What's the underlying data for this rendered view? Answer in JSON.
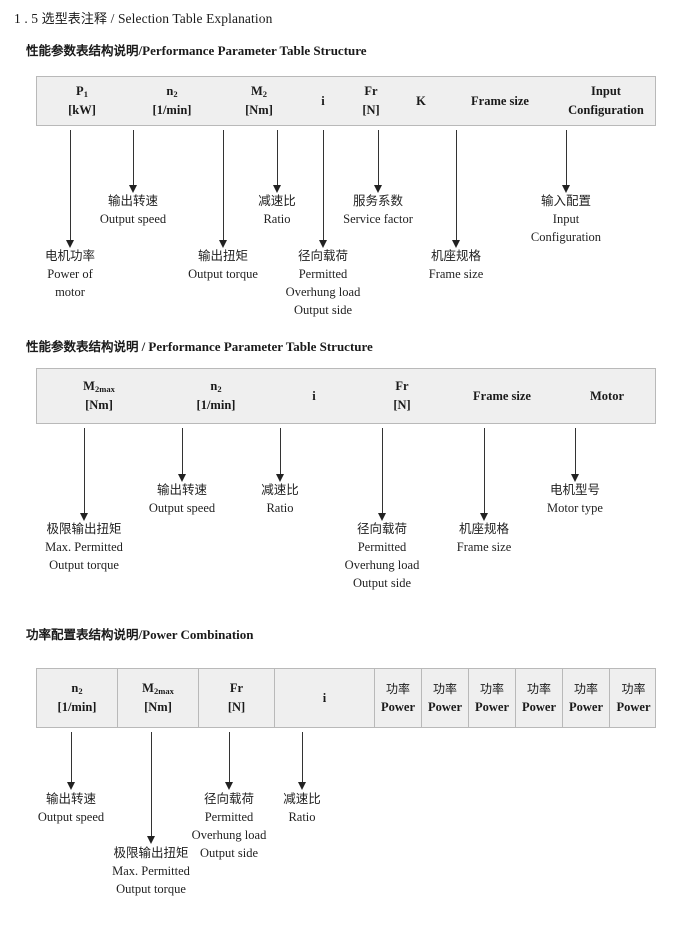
{
  "page": {
    "section_number": "1 . 5",
    "section_title_cn": "选型表注释",
    "section_title_sep": "/",
    "section_title_en": "Selection Table Explanation"
  },
  "sections": [
    {
      "heading_cn": "性能参数表结构说明",
      "heading_sep": "/",
      "heading_en": "Performance Parameter Table Structure",
      "table": {
        "bordered_cells": false,
        "columns": [
          {
            "line1": "P",
            "sub1": "1",
            "line2": "[kW]"
          },
          {
            "line1": "n",
            "sub1": "2",
            "line2": "[1/min]"
          },
          {
            "line1": "M",
            "sub1": "2",
            "line2": "[Nm]"
          },
          {
            "line1": "i",
            "sub1": "",
            "line2": ""
          },
          {
            "line1": "Fr",
            "sub1": "",
            "line2": "[N]"
          },
          {
            "line1": "K",
            "sub1": "",
            "line2": ""
          },
          {
            "line1": "Frame size",
            "sub1": "",
            "line2": ""
          },
          {
            "line1": "Input",
            "sub1": "",
            "line2": "Configuration"
          }
        ]
      },
      "annotations": [
        {
          "cn": "电机功率",
          "en": [
            "Power of",
            "motor"
          ]
        },
        {
          "cn": "输出转速",
          "en": [
            "Output speed"
          ]
        },
        {
          "cn": "输出扭矩",
          "en": [
            "Output torque"
          ]
        },
        {
          "cn": "减速比",
          "en": [
            "Ratio"
          ]
        },
        {
          "cn": "径向载荷",
          "en": [
            "Permitted",
            "Overhung load",
            "Output side"
          ]
        },
        {
          "cn": "服务系数",
          "en": [
            "Service factor"
          ]
        },
        {
          "cn": "机座规格",
          "en": [
            "Frame size"
          ]
        },
        {
          "cn": "输入配置",
          "en": [
            "Input",
            "Configuration"
          ]
        }
      ]
    },
    {
      "heading_cn": "性能参数表结构说明",
      "heading_sep": "/",
      "heading_en": "Performance Parameter Table Structure",
      "table": {
        "bordered_cells": false,
        "columns": [
          {
            "line1": "M",
            "sub1": "2max",
            "line2": "[Nm]"
          },
          {
            "line1": "n",
            "sub1": "2",
            "line2": "[1/min]"
          },
          {
            "line1": "i",
            "sub1": "",
            "line2": ""
          },
          {
            "line1": "Fr",
            "sub1": "",
            "line2": "[N]"
          },
          {
            "line1": "Frame size",
            "sub1": "",
            "line2": ""
          },
          {
            "line1": "Motor",
            "sub1": "",
            "line2": ""
          }
        ]
      },
      "annotations": [
        {
          "cn": "极限输出扭矩",
          "en": [
            "Max. Permitted",
            "Output   torque"
          ]
        },
        {
          "cn": "输出转速",
          "en": [
            "Output speed"
          ]
        },
        {
          "cn": "减速比",
          "en": [
            "Ratio"
          ]
        },
        {
          "cn": "径向载荷",
          "en": [
            "Permitted",
            "Overhung load",
            "Output side"
          ]
        },
        {
          "cn": "机座规格",
          "en": [
            "Frame size"
          ]
        },
        {
          "cn": "电机型号",
          "en": [
            "Motor type"
          ]
        }
      ]
    },
    {
      "heading_cn": "功率配置表结构说明",
      "heading_sep": "/",
      "heading_en": "Power Combination",
      "table": {
        "bordered_cells": true,
        "columns": [
          {
            "line1": "n",
            "sub1": "2",
            "line2": "[1/min]"
          },
          {
            "line1": "M",
            "sub1": "2max",
            "line2": "[Nm]"
          },
          {
            "line1": "Fr",
            "sub1": "",
            "line2": "[N]"
          },
          {
            "line1": "i",
            "sub1": "",
            "line2": ""
          },
          {
            "cn_line1": "功率",
            "line2": "Power"
          },
          {
            "cn_line1": "功率",
            "line2": "Power"
          },
          {
            "cn_line1": "功率",
            "line2": "Power"
          },
          {
            "cn_line1": "功率",
            "line2": "Power"
          },
          {
            "cn_line1": "功率",
            "line2": "Power"
          },
          {
            "cn_line1": "功率",
            "line2": "Power"
          }
        ]
      },
      "annotations": [
        {
          "cn": "输出转速",
          "en": [
            "Output speed"
          ]
        },
        {
          "cn": "极限输出扭矩",
          "en": [
            "Max. Permitted",
            "Output   torque"
          ]
        },
        {
          "cn": "径向载荷",
          "en": [
            "Permitted",
            "Overhung load",
            "Output side"
          ]
        },
        {
          "cn": "减速比",
          "en": [
            "Ratio"
          ]
        }
      ]
    }
  ]
}
